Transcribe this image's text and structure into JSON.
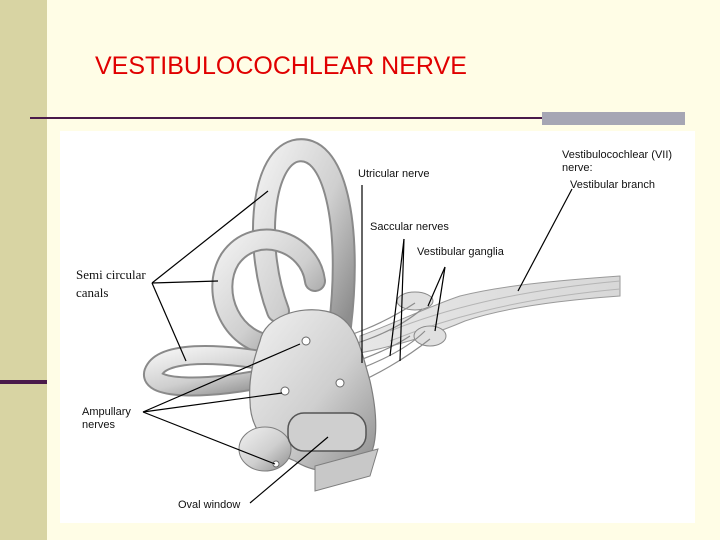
{
  "slide": {
    "title": "VESTIBULOCOCHLEAR NERVE"
  },
  "diagram": {
    "labels": {
      "semicircular_line1": "Semi circular",
      "semicircular_line2": "canals",
      "utricular_nerve": "Utricular nerve",
      "saccular_nerves": "Saccular nerves",
      "vestibular_ganglia": "Vestibular ganglia",
      "vestibulocochlear_line1": "Vestibulocochlear (VII)",
      "vestibulocochlear_line2": "nerve:",
      "vestibular_branch": "Vestibular branch",
      "ampullary_line1": "Ampullary",
      "ampullary_line2": "nerves",
      "oval_window": "Oval window"
    }
  },
  "colors": {
    "title": "#e00000",
    "left_bar": "#d8d4a3",
    "rule": "#4a1a4a",
    "background": "#fffde6"
  }
}
